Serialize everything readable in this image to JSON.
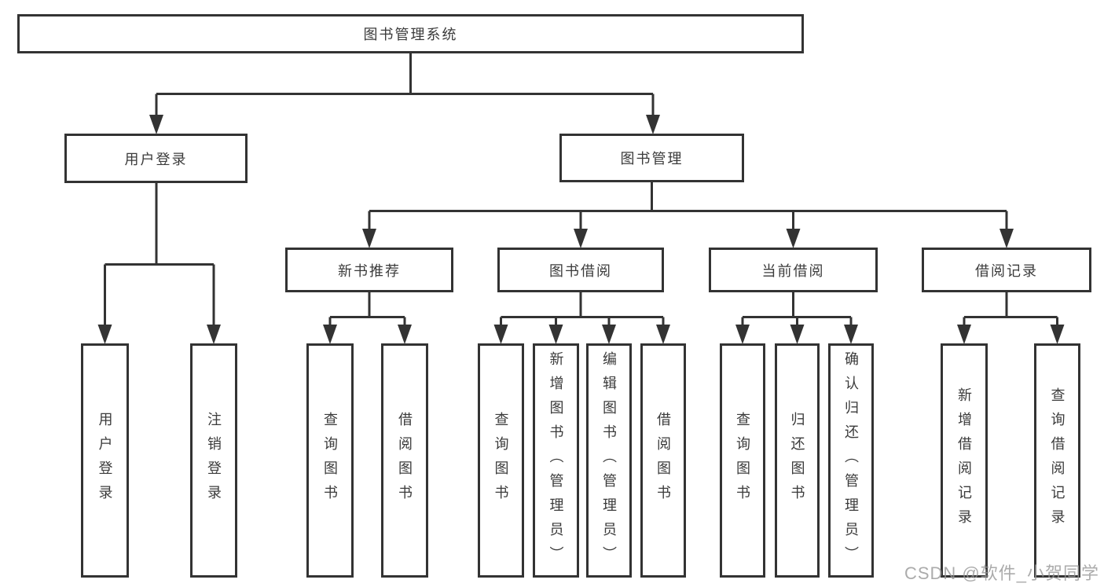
{
  "diagram": {
    "root": {
      "label": "图书管理系统"
    },
    "branches": [
      {
        "label": "用户登录",
        "children": [
          "用户登录",
          "注销登录"
        ]
      },
      {
        "label": "图书管理",
        "children": [
          {
            "label": "新书推荐",
            "children": [
              "查询图书",
              "借阅图书"
            ]
          },
          {
            "label": "图书借阅",
            "children": [
              "查询图书",
              "新增图书（管理员）",
              "编辑图书（管理员）",
              "借阅图书"
            ]
          },
          {
            "label": "当前借阅",
            "children": [
              "查询图书",
              "归还图书",
              "确认归还（管理员）"
            ]
          },
          {
            "label": "借阅记录",
            "children": [
              "新增借阅记录",
              "查询借阅记录"
            ]
          }
        ]
      }
    ]
  },
  "watermark": "CSDN @软件_小贺同学",
  "colors": {
    "line": "#333333",
    "text": "#3b3b3b",
    "watermark": "#969696",
    "background": "#ffffff"
  }
}
